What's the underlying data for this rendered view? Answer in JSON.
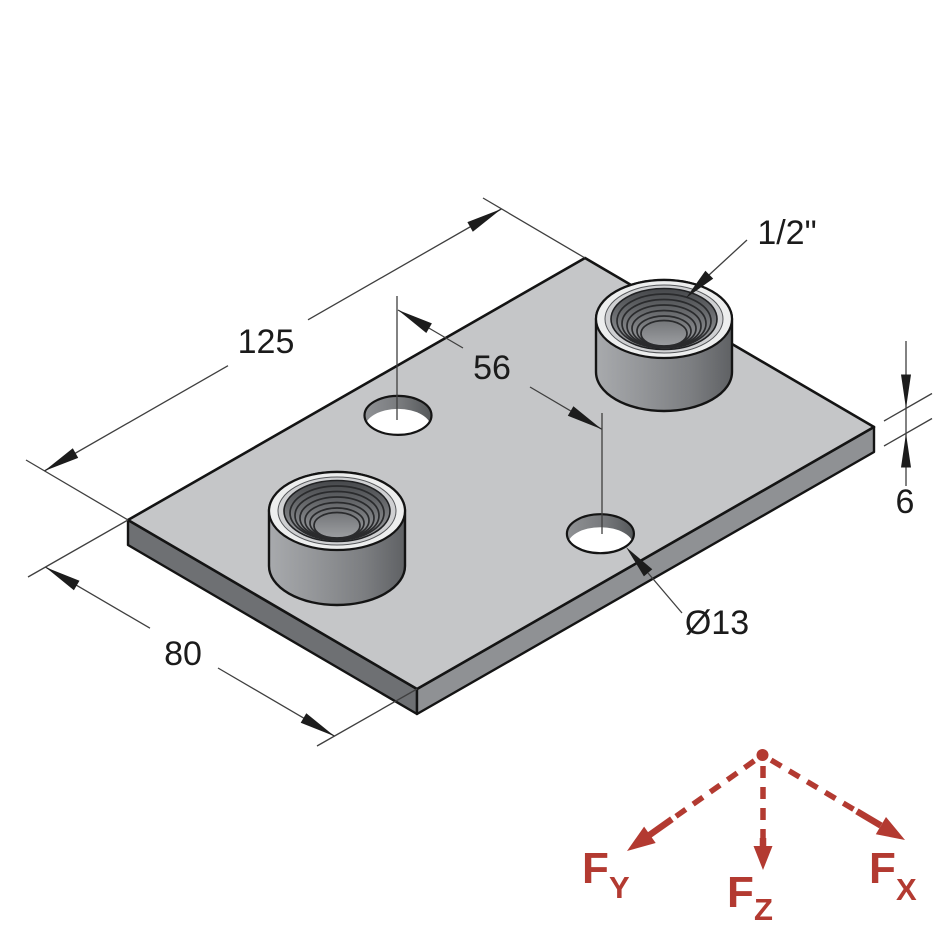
{
  "labels": {
    "length": "125",
    "width": "80",
    "hole_spacing": "56",
    "thickness": "6",
    "hole_diameter": "Ø13",
    "thread_size": "1/2\""
  },
  "forces": {
    "fy": {
      "symbol": "F",
      "subscript": "Y"
    },
    "fz": {
      "symbol": "F",
      "subscript": "Z"
    },
    "fx": {
      "symbol": "F",
      "subscript": "X"
    }
  },
  "colors": {
    "background": "#ffffff",
    "plate_top": "#c5c6c8",
    "plate_side_left": "#6e7073",
    "plate_side_right": "#8f9194",
    "outline": "#141414",
    "force_red": "#b33a31"
  }
}
